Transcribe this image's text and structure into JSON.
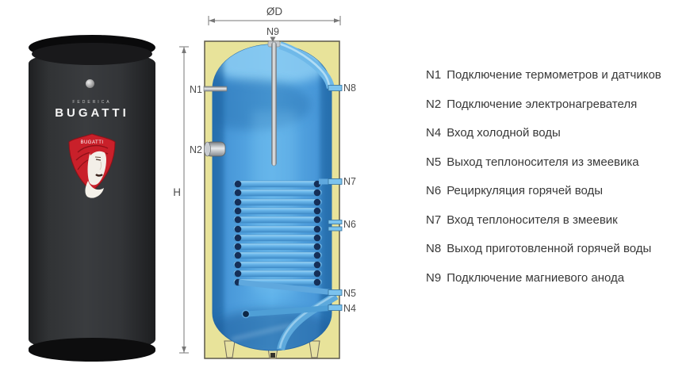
{
  "product_photo": {
    "brand_small": "FEDERICA",
    "brand_large": "BUGATTI",
    "logo_text": "BUGATTI",
    "colors": {
      "body": "#333538",
      "cap": "#0a0a0b",
      "logo_red": "#c9202a"
    }
  },
  "diagram": {
    "dimensions": {
      "diameter_label": "ØD",
      "height_label": "H"
    },
    "anode_label": "N9",
    "ports_left": [
      {
        "code": "N1"
      },
      {
        "code": "N2"
      }
    ],
    "ports_right": [
      {
        "code": "N8"
      },
      {
        "code": "N7"
      },
      {
        "code": "N6"
      },
      {
        "code": "N5"
      },
      {
        "code": "N4"
      }
    ],
    "colors": {
      "insulation": "#e8e39a",
      "water": "#55a9e4",
      "coil_tube": "#6db9ec",
      "coil_end": "#152f58",
      "outline": "#5c584a"
    }
  },
  "legend": {
    "items": [
      {
        "code": "N1",
        "label": "Подключение термометров и датчиков"
      },
      {
        "code": "N2",
        "label": "Подключение электронагревателя"
      },
      {
        "code": "N4",
        "label": "Вход холодной воды"
      },
      {
        "code": "N5",
        "label": "Выход теплоносителя из змеевика"
      },
      {
        "code": "N6",
        "label": "Рециркуляция горячей воды"
      },
      {
        "code": "N7",
        "label": "Вход теплоносителя в змеевик"
      },
      {
        "code": "N8",
        "label": "Выход приготовленной горячей воды"
      },
      {
        "code": "N9",
        "label": "Подключение магниевого анода"
      }
    ]
  }
}
